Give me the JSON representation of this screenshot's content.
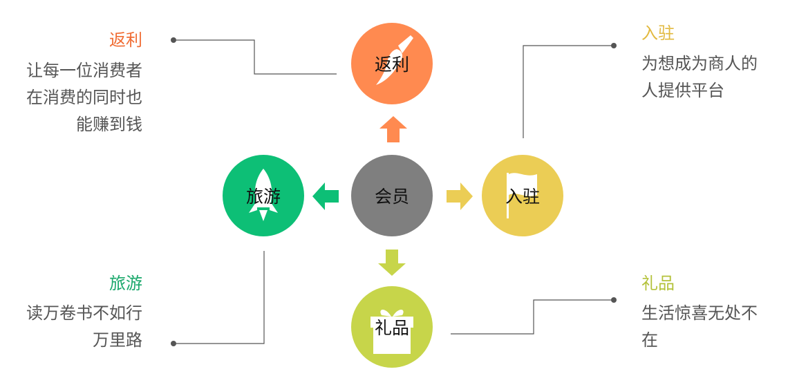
{
  "center": {
    "label": "会员",
    "color": "#7f7f7f"
  },
  "nodes": {
    "top": {
      "label": "返利",
      "color": "#ff8a50",
      "icon": "brush-icon"
    },
    "left": {
      "label": "旅游",
      "color": "#0dbf76",
      "icon": "rocket-icon"
    },
    "right": {
      "label": "入驻",
      "color": "#ebcd55",
      "icon": "flag-icon"
    },
    "bottom": {
      "label": "礼品",
      "color": "#c7d54a",
      "icon": "gift-icon"
    }
  },
  "callouts": {
    "top_left": {
      "title": "返利",
      "title_color": "#f06c33",
      "lines": [
        "让每一位消费者",
        "在消费的同时也",
        "能赚到钱"
      ]
    },
    "bottom_left": {
      "title": "旅游",
      "title_color": "#1aa86b",
      "lines": [
        "读万卷书不如行",
        "万里路"
      ]
    },
    "top_right": {
      "title": "入驻",
      "title_color": "#e2b93e",
      "lines": [
        "为想成为商人的",
        "人提供平台"
      ]
    },
    "bottom_right": {
      "title": "礼品",
      "title_color": "#b4c23b",
      "lines": [
        "生活惊喜无处不",
        "在"
      ]
    }
  }
}
